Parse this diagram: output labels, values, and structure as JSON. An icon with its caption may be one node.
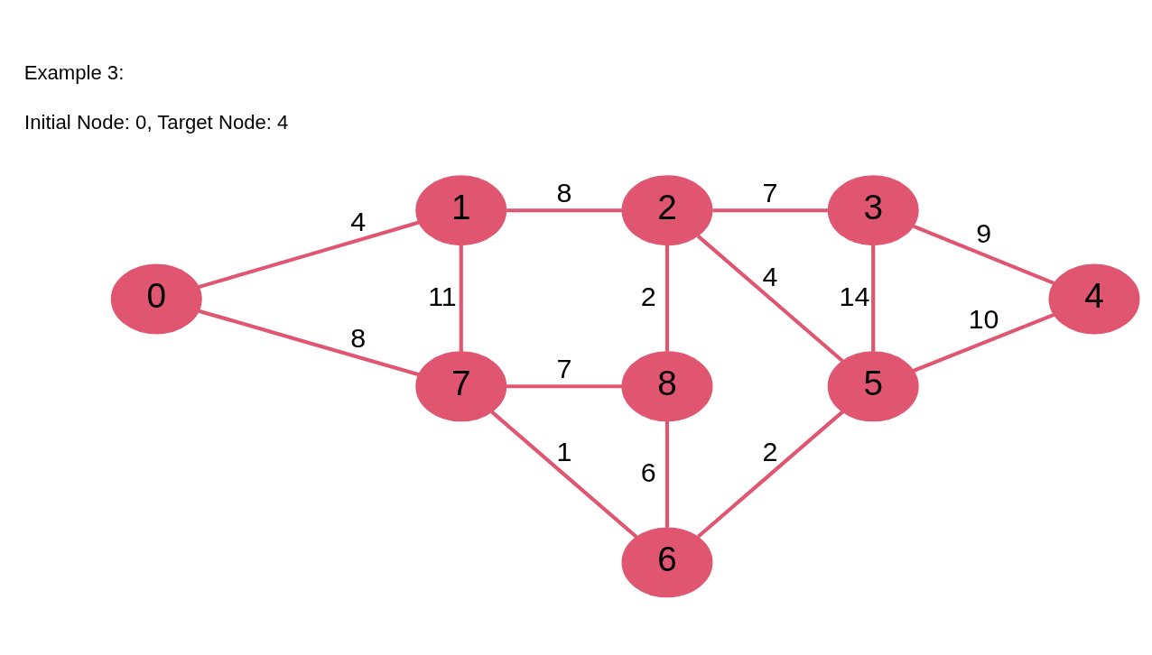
{
  "diagram": {
    "title": "Example 3:",
    "nodes": [
      {
        "text": [
          "0"
        ]
      },
      {
        "text": [
          "1"
        ]
      },
      {
        "text": [
          "2"
        ]
      },
      {
        "text": [
          "3"
        ]
      },
      {
        "text": [
          "4"
        ]
      },
      {
        "text": [
          "5"
        ]
      },
      {
        "text": [
          "6"
        ]
      },
      {
        "text": [
          "7"
        ]
      },
      {
        "text": [
          "8"
        ]
      }
    ],
    "edges": [
      {
        "from": 0,
        "to": 1,
        "arrow": "none",
        "label": "4"
      },
      {
        "from": 0,
        "to": 7,
        "arrow": "none",
        "label": "8"
      },
      {
        "from": 1,
        "to": 2,
        "arrow": "none",
        "label": "8"
      },
      {
        "from": 1,
        "to": 7,
        "arrow": "none",
        "label": "11"
      },
      {
        "from": 2,
        "to": 3,
        "arrow": "none",
        "label": "7"
      },
      {
        "from": 2,
        "to": 8,
        "arrow": "none",
        "label": "2"
      },
      {
        "from": 2,
        "to": 5,
        "arrow": "none",
        "label": "4"
      },
      {
        "from": 3,
        "to": 4,
        "arrow": "none",
        "label": "9"
      },
      {
        "from": 3,
        "to": 5,
        "arrow": "none",
        "label": "14"
      },
      {
        "from": 4,
        "to": 5,
        "arrow": "none",
        "label": "10"
      },
      {
        "from": 8,
        "to": 7,
        "arrow": "none",
        "label": "7"
      },
      {
        "from": 8,
        "to": 6,
        "arrow": "none",
        "label": "6"
      },
      {
        "from": 7,
        "to": 6,
        "arrow": "none",
        "label": "1"
      },
      {
        "from": 6,
        "to": 5,
        "arrow": "none",
        "label": "2"
      }
    ],
    "labels": [
      "Initial Node: 0, Target Node: 4"
    ]
  }
}
